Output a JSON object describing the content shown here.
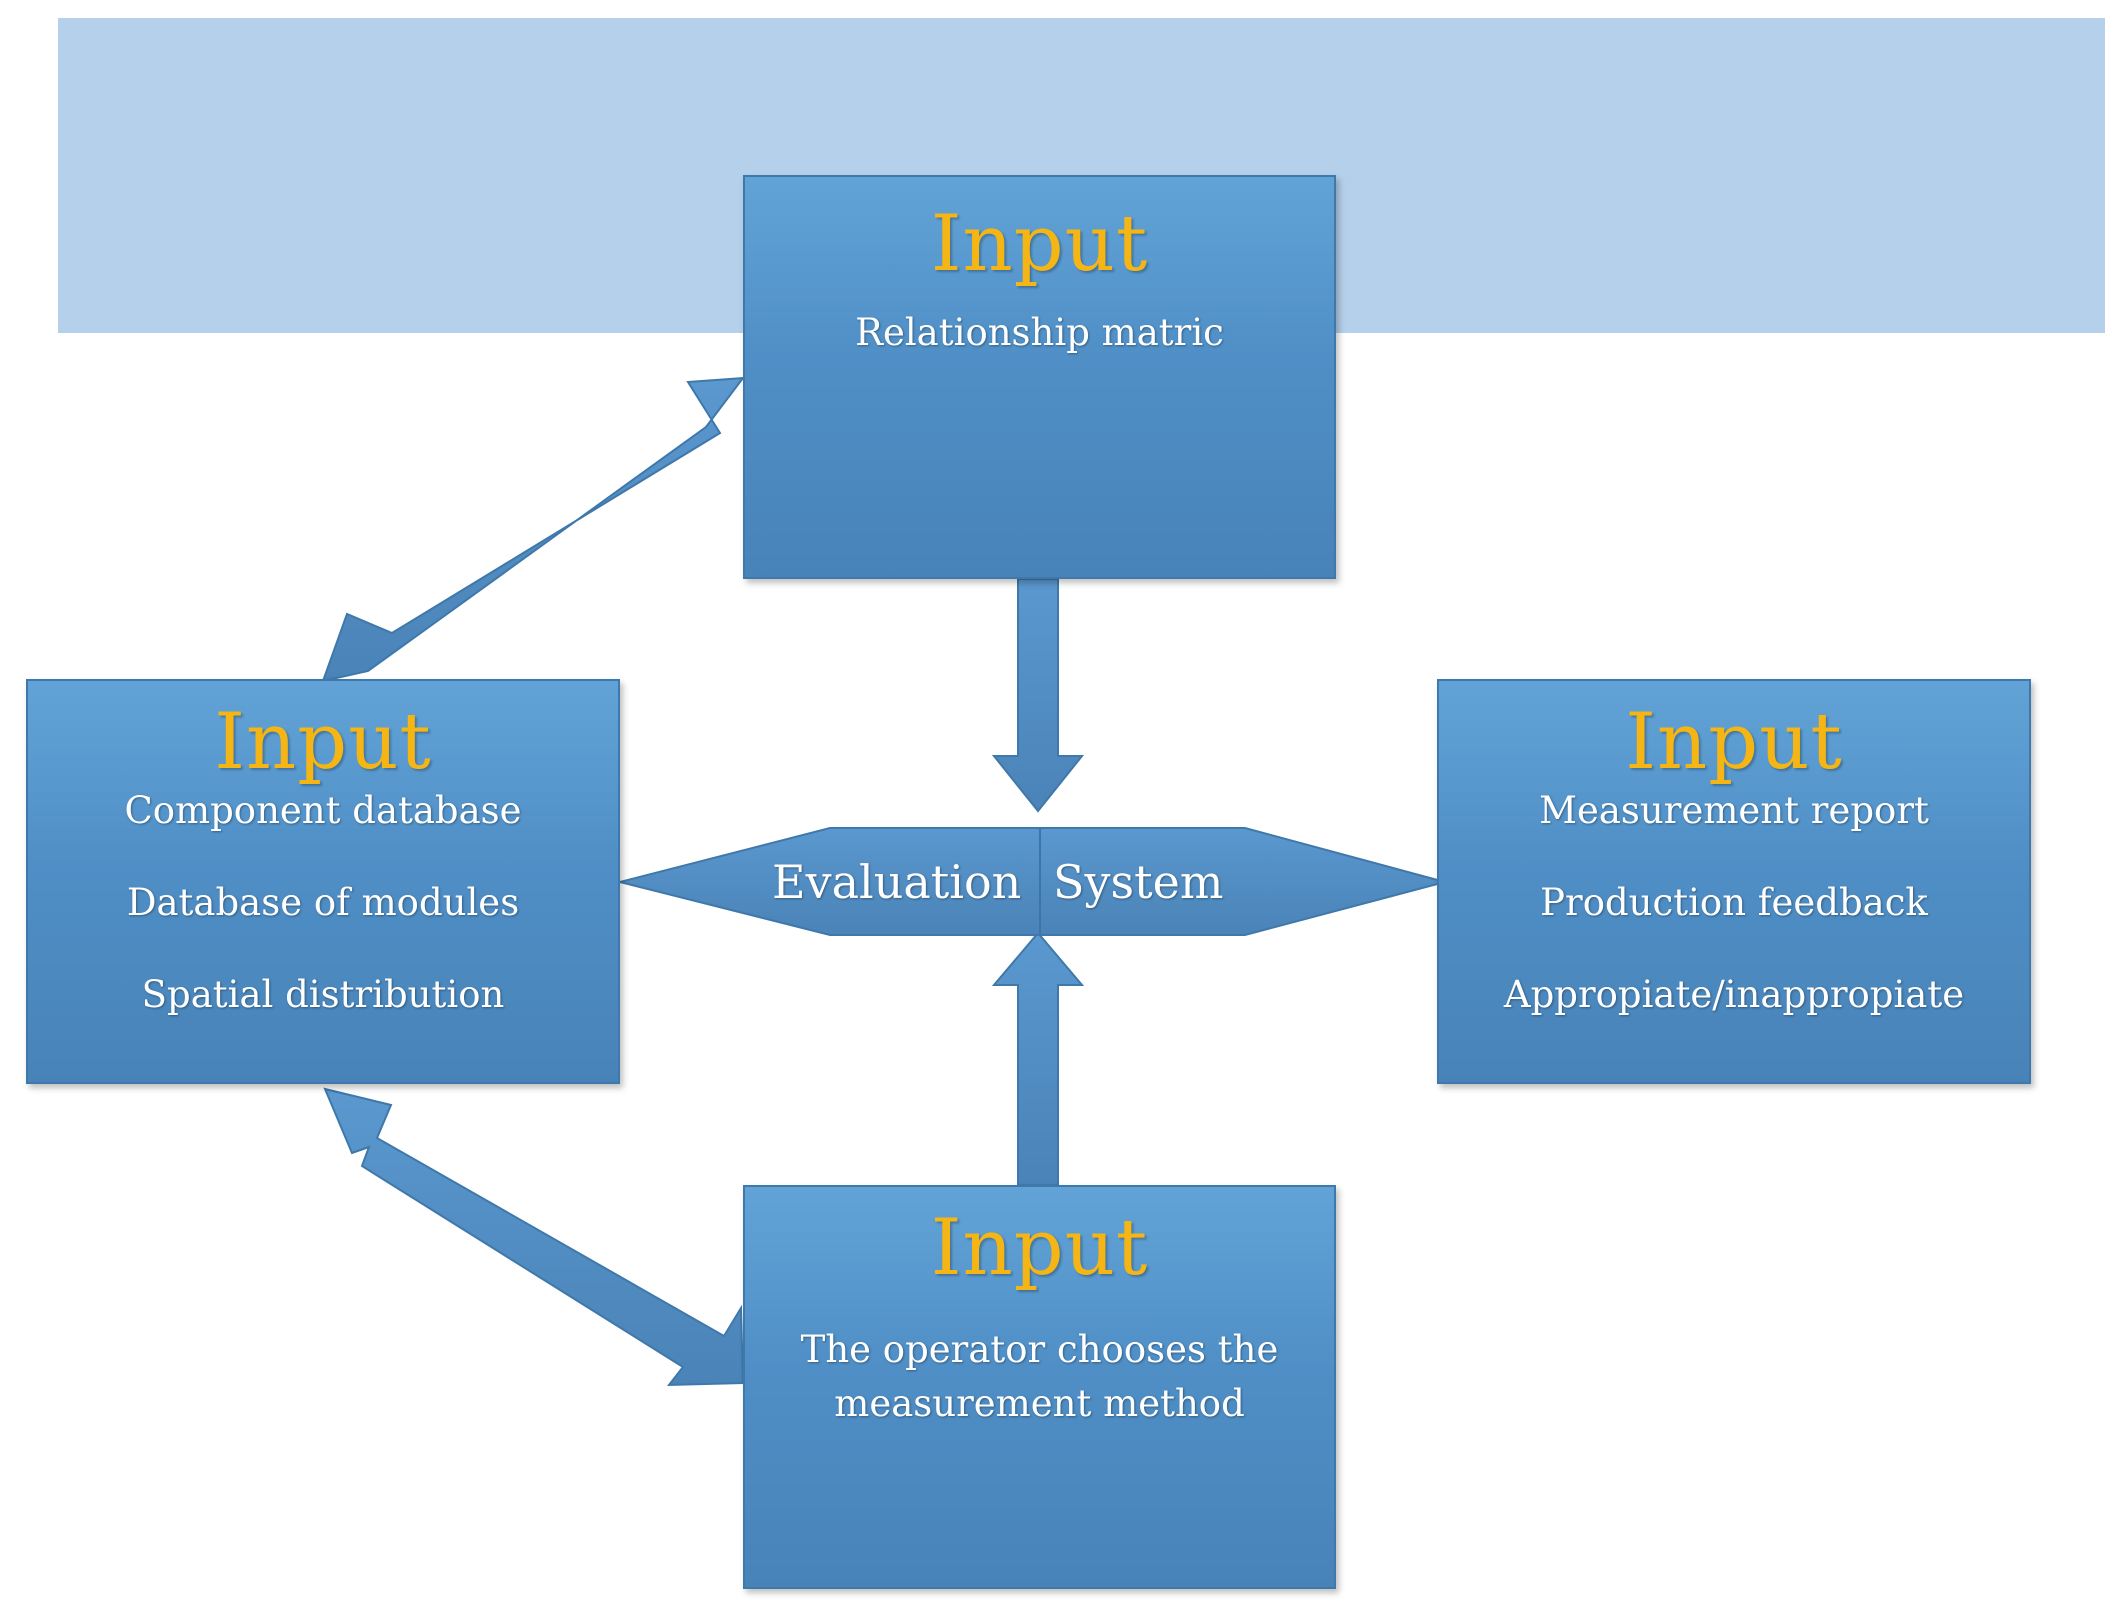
{
  "colors": {
    "band": "#b5d0ea",
    "box_fill": "#5595cc",
    "arrow_fill": "#4f87bb",
    "title_text": "#f5b514",
    "body_text": "#ffffff"
  },
  "boxes": {
    "top": {
      "title": "Input",
      "items": [
        "Relationship matric"
      ]
    },
    "left": {
      "title": "Input",
      "items": [
        "Component database",
        "Database of modules",
        "Spatial distribution"
      ]
    },
    "right": {
      "title": "Input",
      "items": [
        "Measurement report",
        "Production feedback",
        "Appropiate/inappropiate"
      ]
    },
    "bottom": {
      "title": "Input",
      "lines": [
        "The operator chooses the",
        "measurement method"
      ]
    }
  },
  "center": {
    "label_left": "Evaluation",
    "label_right": "System"
  }
}
